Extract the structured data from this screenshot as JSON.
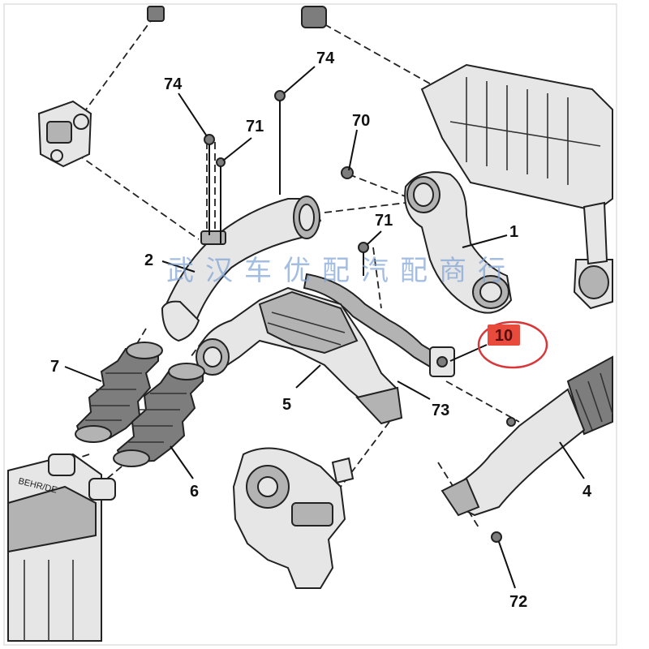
{
  "callouts": {
    "p1": "1",
    "p2": "2",
    "p4": "4",
    "p5": "5",
    "p6": "6",
    "p7": "7",
    "p10": "10",
    "p70": "70",
    "p71a": "71",
    "p71b": "71",
    "p72": "72",
    "p73": "73",
    "p74a": "74",
    "p74b": "74"
  },
  "watermark": {
    "text": "武汉车优配汽配商行",
    "color": "#7ea3d6"
  },
  "highlight": {
    "box_color": "#e84a3c",
    "ring_color": "#d9363a",
    "text_color": "#5a0d0d"
  },
  "intercooler_label": "BEHR/DE"
}
